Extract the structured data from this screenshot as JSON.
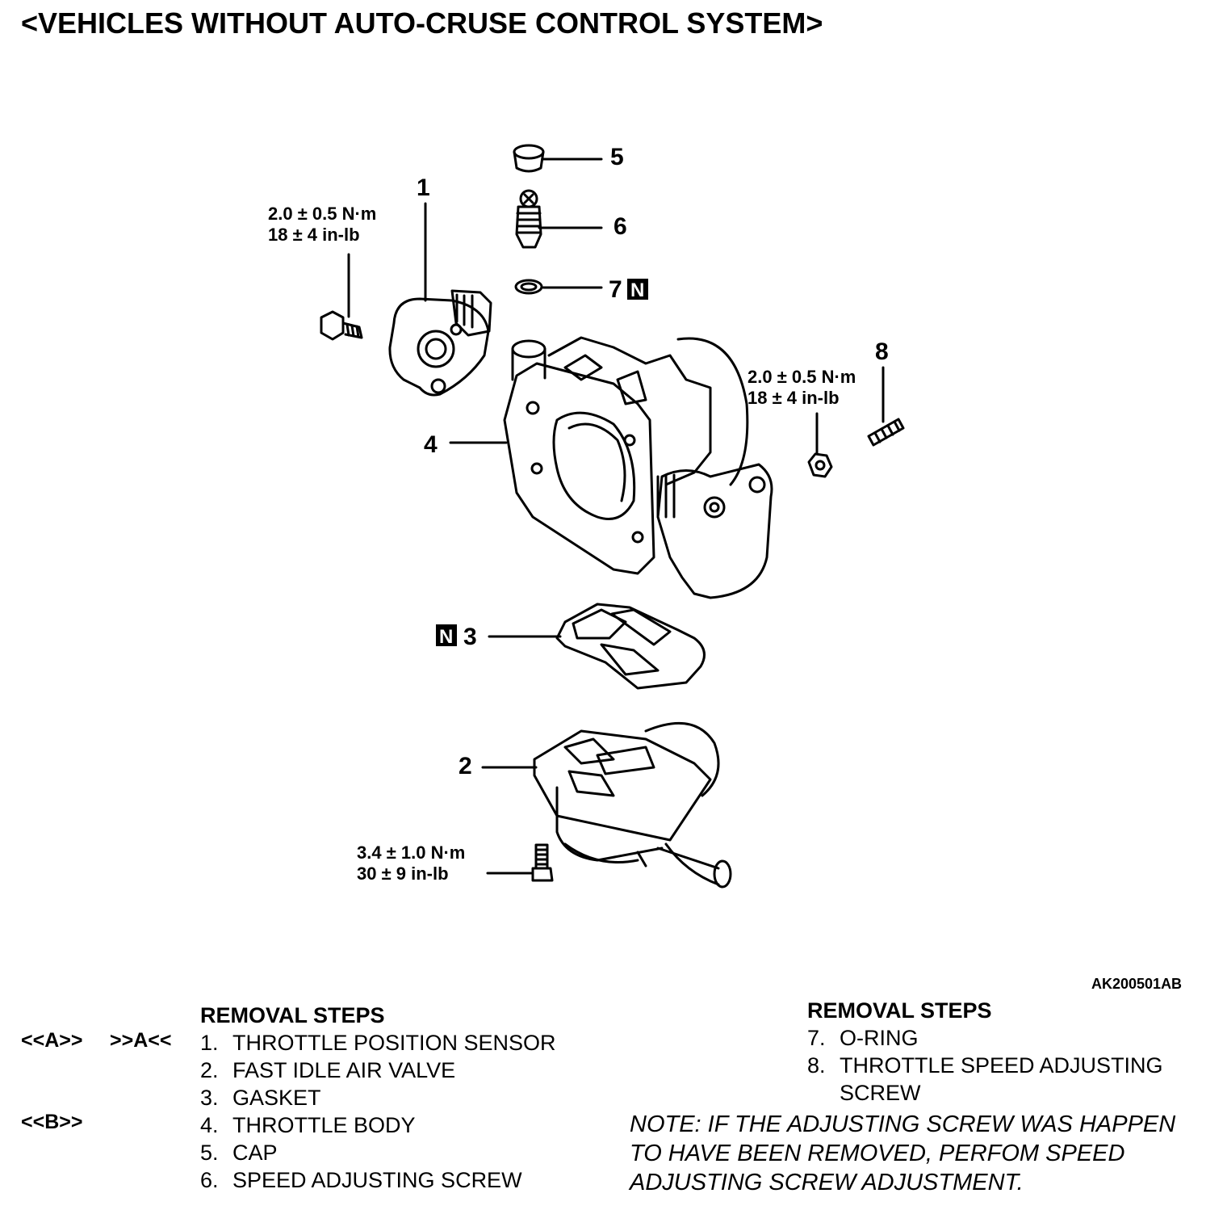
{
  "title": "<VEHICLES WITHOUT AUTO-CRUSE CONTROL SYSTEM>",
  "callouts": {
    "c1": "1",
    "c2": "2",
    "c3": "3",
    "c4": "4",
    "c5": "5",
    "c6": "6",
    "c7": "7",
    "c8": "8",
    "n_mark": "N"
  },
  "torques": {
    "tps_bolt": {
      "nm": "2.0 ± 0.5 N·m",
      "inlb": "18 ± 4 in-lb"
    },
    "nut": {
      "nm": "2.0 ± 0.5 N·m",
      "inlb": "18 ± 4 in-lb"
    },
    "fiav_screw": {
      "nm": "3.4 ± 1.0 N·m",
      "inlb": "30 ± 9 in-lb"
    }
  },
  "figure_ref": "AK200501AB",
  "codes": {
    "a1": "<<A>>",
    "a2": ">>A<<",
    "b1": "<<B>>"
  },
  "left_steps": {
    "header": "REMOVAL STEPS",
    "items": [
      {
        "num": "1.",
        "text": "THROTTLE POSITION SENSOR"
      },
      {
        "num": "2.",
        "text": "FAST IDLE AIR VALVE"
      },
      {
        "num": "3.",
        "text": "GASKET"
      },
      {
        "num": "4.",
        "text": "THROTTLE BODY"
      },
      {
        "num": "5.",
        "text": "CAP"
      },
      {
        "num": "6.",
        "text": "SPEED ADJUSTING SCREW"
      }
    ]
  },
  "right_steps": {
    "header": "REMOVAL STEPS",
    "items": [
      {
        "num": "7.",
        "text": "O-RING"
      },
      {
        "num": "8.",
        "text": "THROTTLE SPEED ADJUSTING"
      }
    ],
    "continuation": "SCREW"
  },
  "note": {
    "line1": "NOTE: IF THE ADJUSTING SCREW WAS HAPPEN",
    "line2": "TO HAVE BEEN REMOVED, PERFOM SPEED",
    "line3": "ADJUSTING SCREW ADJUSTMENT."
  }
}
